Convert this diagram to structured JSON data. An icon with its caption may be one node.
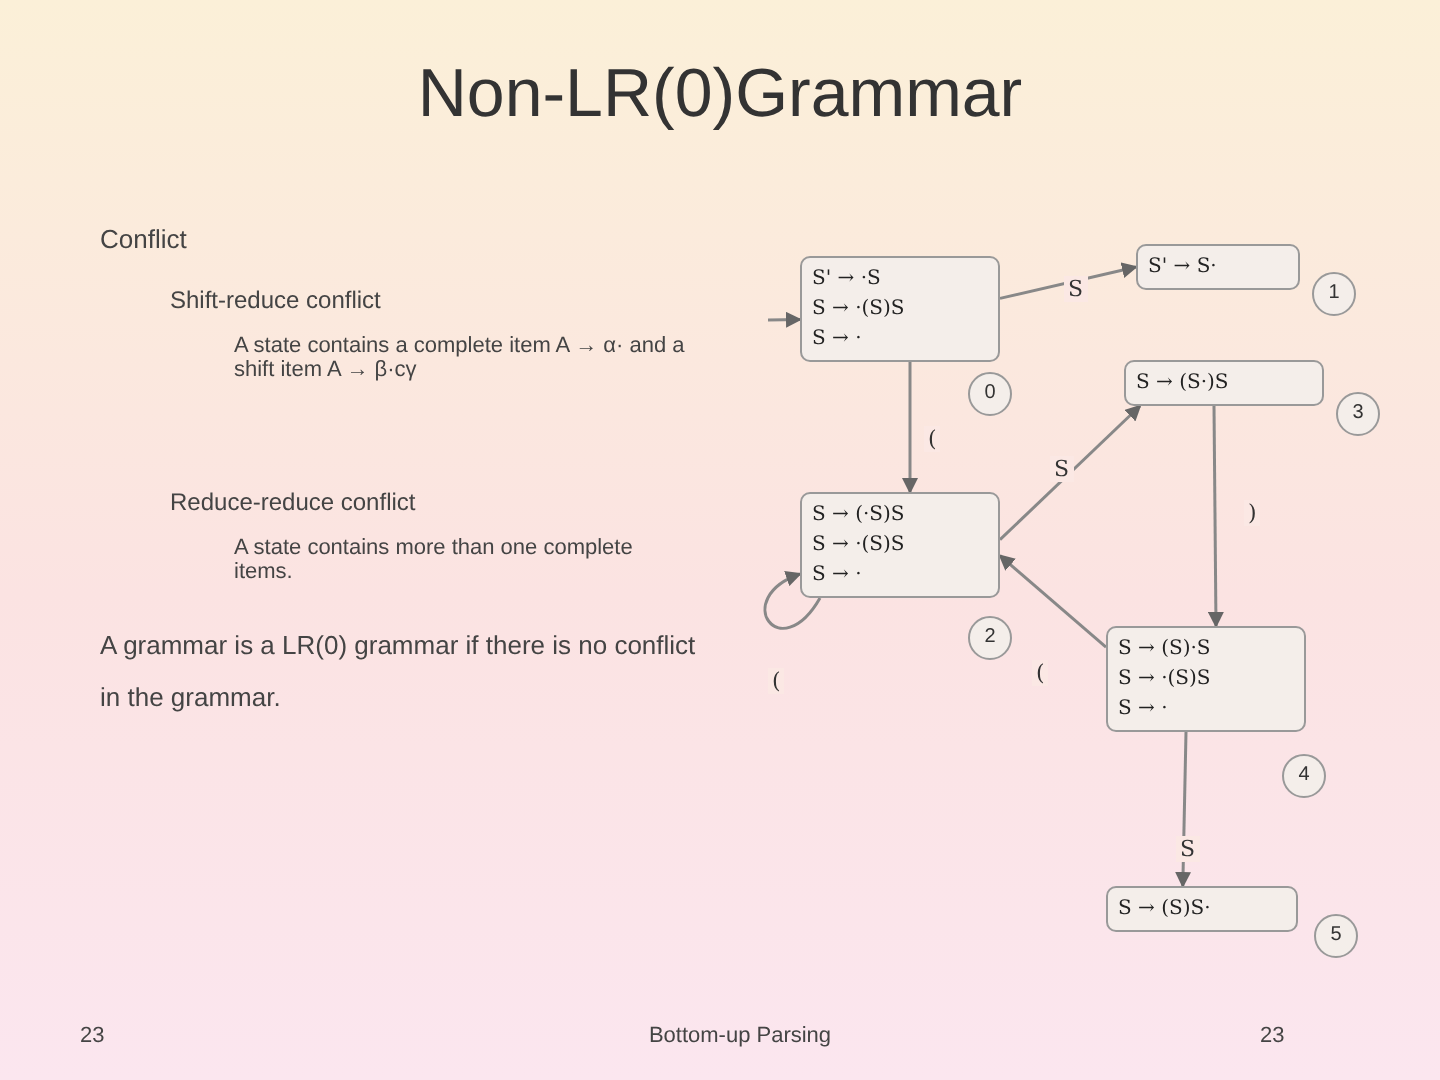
{
  "diagram": {
    "title": "Non-LR(0)Grammar",
    "nodes": [
      {
        "text": [
          "S' → ·S",
          "S → ·(S)S",
          "S → ·"
        ],
        "beside": [
          "0"
        ]
      },
      {
        "text": [
          "S' → S·"
        ],
        "beside": [
          "1"
        ]
      },
      {
        "text": [
          "S → (·S)S",
          "S → ·(S)S",
          "S → ·"
        ],
        "beside": [
          "2"
        ]
      },
      {
        "text": [
          "S → (S·)S"
        ],
        "beside": [
          "3"
        ]
      },
      {
        "text": [
          "S → (S)·S",
          "S → ·(S)S",
          "S → ·"
        ],
        "beside": [
          "4"
        ]
      },
      {
        "text": [
          "S → (S)S·"
        ],
        "beside": [
          "5"
        ]
      }
    ],
    "edges": [
      {
        "from": null,
        "to": 0,
        "arrow": "to"
      },
      {
        "from": 0,
        "to": 1,
        "arrow": "to",
        "label": "S"
      },
      {
        "from": 0,
        "to": 2,
        "arrow": "to",
        "label": "("
      },
      {
        "from": 2,
        "to": 3,
        "arrow": "to",
        "label": "S"
      },
      {
        "from": 3,
        "to": 4,
        "arrow": "to",
        "label": ")"
      },
      {
        "from": 4,
        "to": 2,
        "arrow": "to",
        "label": "("
      },
      {
        "from": 2,
        "to": 2,
        "arrow": "to",
        "label": "("
      },
      {
        "from": 4,
        "to": 5,
        "arrow": "to",
        "label": "S"
      }
    ],
    "labels": [
      "Conflict",
      "Shift-reduce conflict",
      "A state contains a complete item A → α· and a shift item A → β·cγ",
      "Reduce-reduce conflict",
      "A state contains more than one complete items.",
      "A grammar is a LR(0) grammar if there is no conflict in the grammar.",
      "23",
      "Bottom-up Parsing",
      "23"
    ]
  }
}
